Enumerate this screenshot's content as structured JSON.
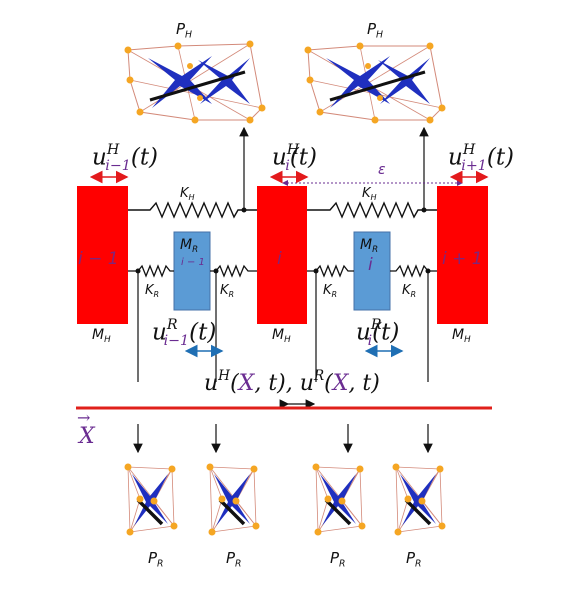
{
  "labels": {
    "p_h": "P",
    "p_h_sub": "H",
    "p_r": "P",
    "p_r_sub": "R",
    "m_h": "M",
    "m_h_sub": "H",
    "m_r": "M",
    "m_r_sub": "R",
    "k_h": "K",
    "k_h_sub": "H",
    "k_r": "K",
    "k_r_sub": "R",
    "eps": "ε",
    "i_minus_1": "i − 1",
    "i": "i",
    "i_plus_1": "i + 1",
    "r_i_minus_1": "i − 1",
    "r_i": "i",
    "u": "u",
    "sup_h": "H",
    "sup_r": "R",
    "sub_i_minus_1": "i−1",
    "sub_i": "i",
    "sub_i_plus_1": "i+1",
    "t_arg": "(t)",
    "field_eq_part1": "u",
    "field_eq_sup1": "H",
    "field_eq_part2": "(",
    "field_eq_x1": "X",
    "field_eq_part3": ", t), u",
    "field_eq_sup2": "R",
    "field_eq_part4": "(",
    "field_eq_x2": "X",
    "field_eq_part5": ", t)",
    "x_axis": "X",
    "x_arrow": "→"
  },
  "colors": {
    "heavy_mass": "#ff0000",
    "light_mass": "#5b9bd5",
    "axis_line": "#e0201b",
    "index_purple": "#6a2c91",
    "arrow_red": "#e31a1c",
    "arrow_blue": "#1f6fb4",
    "polyhedron_blue": "#1f2fbf",
    "vertex_orange": "#f5a623"
  }
}
